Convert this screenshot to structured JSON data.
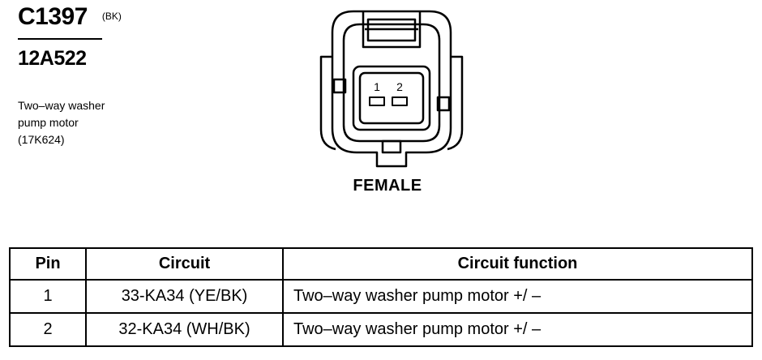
{
  "connector": {
    "code": "C1397",
    "color": "(BK)",
    "part_number": "12A522",
    "description": [
      "Two–way washer",
      "pump motor",
      "(17K624)"
    ],
    "gender": "FEMALE",
    "pin_labels": [
      "1",
      "2"
    ]
  },
  "table": {
    "headers": [
      "Pin",
      "Circuit",
      "Circuit function"
    ],
    "rows": [
      {
        "pin": "1",
        "circuit": "33-KA34 (YE/BK)",
        "function": "Two–way washer pump motor  +/ –"
      },
      {
        "pin": "2",
        "circuit": "32-KA34 (WH/BK)",
        "function": "Two–way washer pump motor  +/ –"
      }
    ]
  }
}
